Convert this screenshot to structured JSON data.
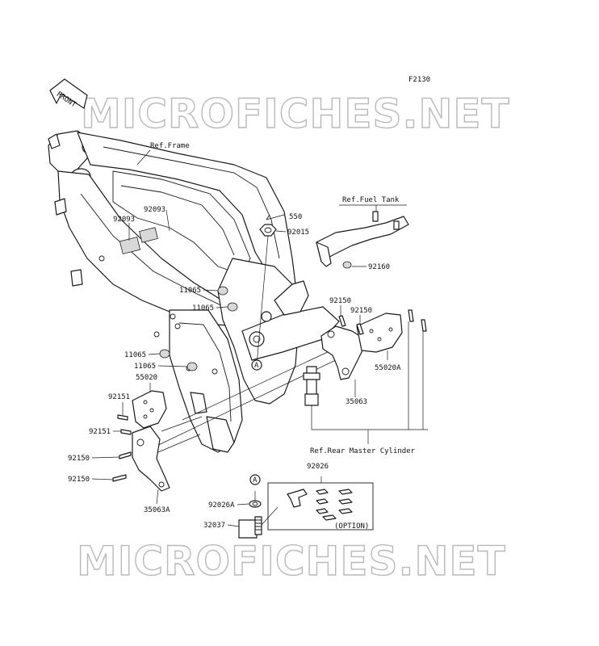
{
  "figure_code": "F2130",
  "watermark": "MICROFICHES.NET",
  "front_arrow_label": "FRONT",
  "reference_labels": {
    "frame": "Ref.Frame",
    "fuel_tank": "Ref.Fuel Tank",
    "rear_master_cylinder": "Ref.Rear Master Cylinder"
  },
  "callout_marker": "A",
  "option_label": "(OPTION)",
  "parts": [
    {
      "number": "550"
    },
    {
      "number": "92015"
    },
    {
      "number": "92093"
    },
    {
      "number": "92093"
    },
    {
      "number": "92160"
    },
    {
      "number": "11065"
    },
    {
      "number": "11065"
    },
    {
      "number": "11065"
    },
    {
      "number": "11065"
    },
    {
      "number": "92150"
    },
    {
      "number": "92150"
    },
    {
      "number": "55020A"
    },
    {
      "number": "35063"
    },
    {
      "number": "55020"
    },
    {
      "number": "92151"
    },
    {
      "number": "92151"
    },
    {
      "number": "92150"
    },
    {
      "number": "92150"
    },
    {
      "number": "35063A"
    },
    {
      "number": "92026"
    },
    {
      "number": "92026A"
    },
    {
      "number": "32037"
    }
  ]
}
